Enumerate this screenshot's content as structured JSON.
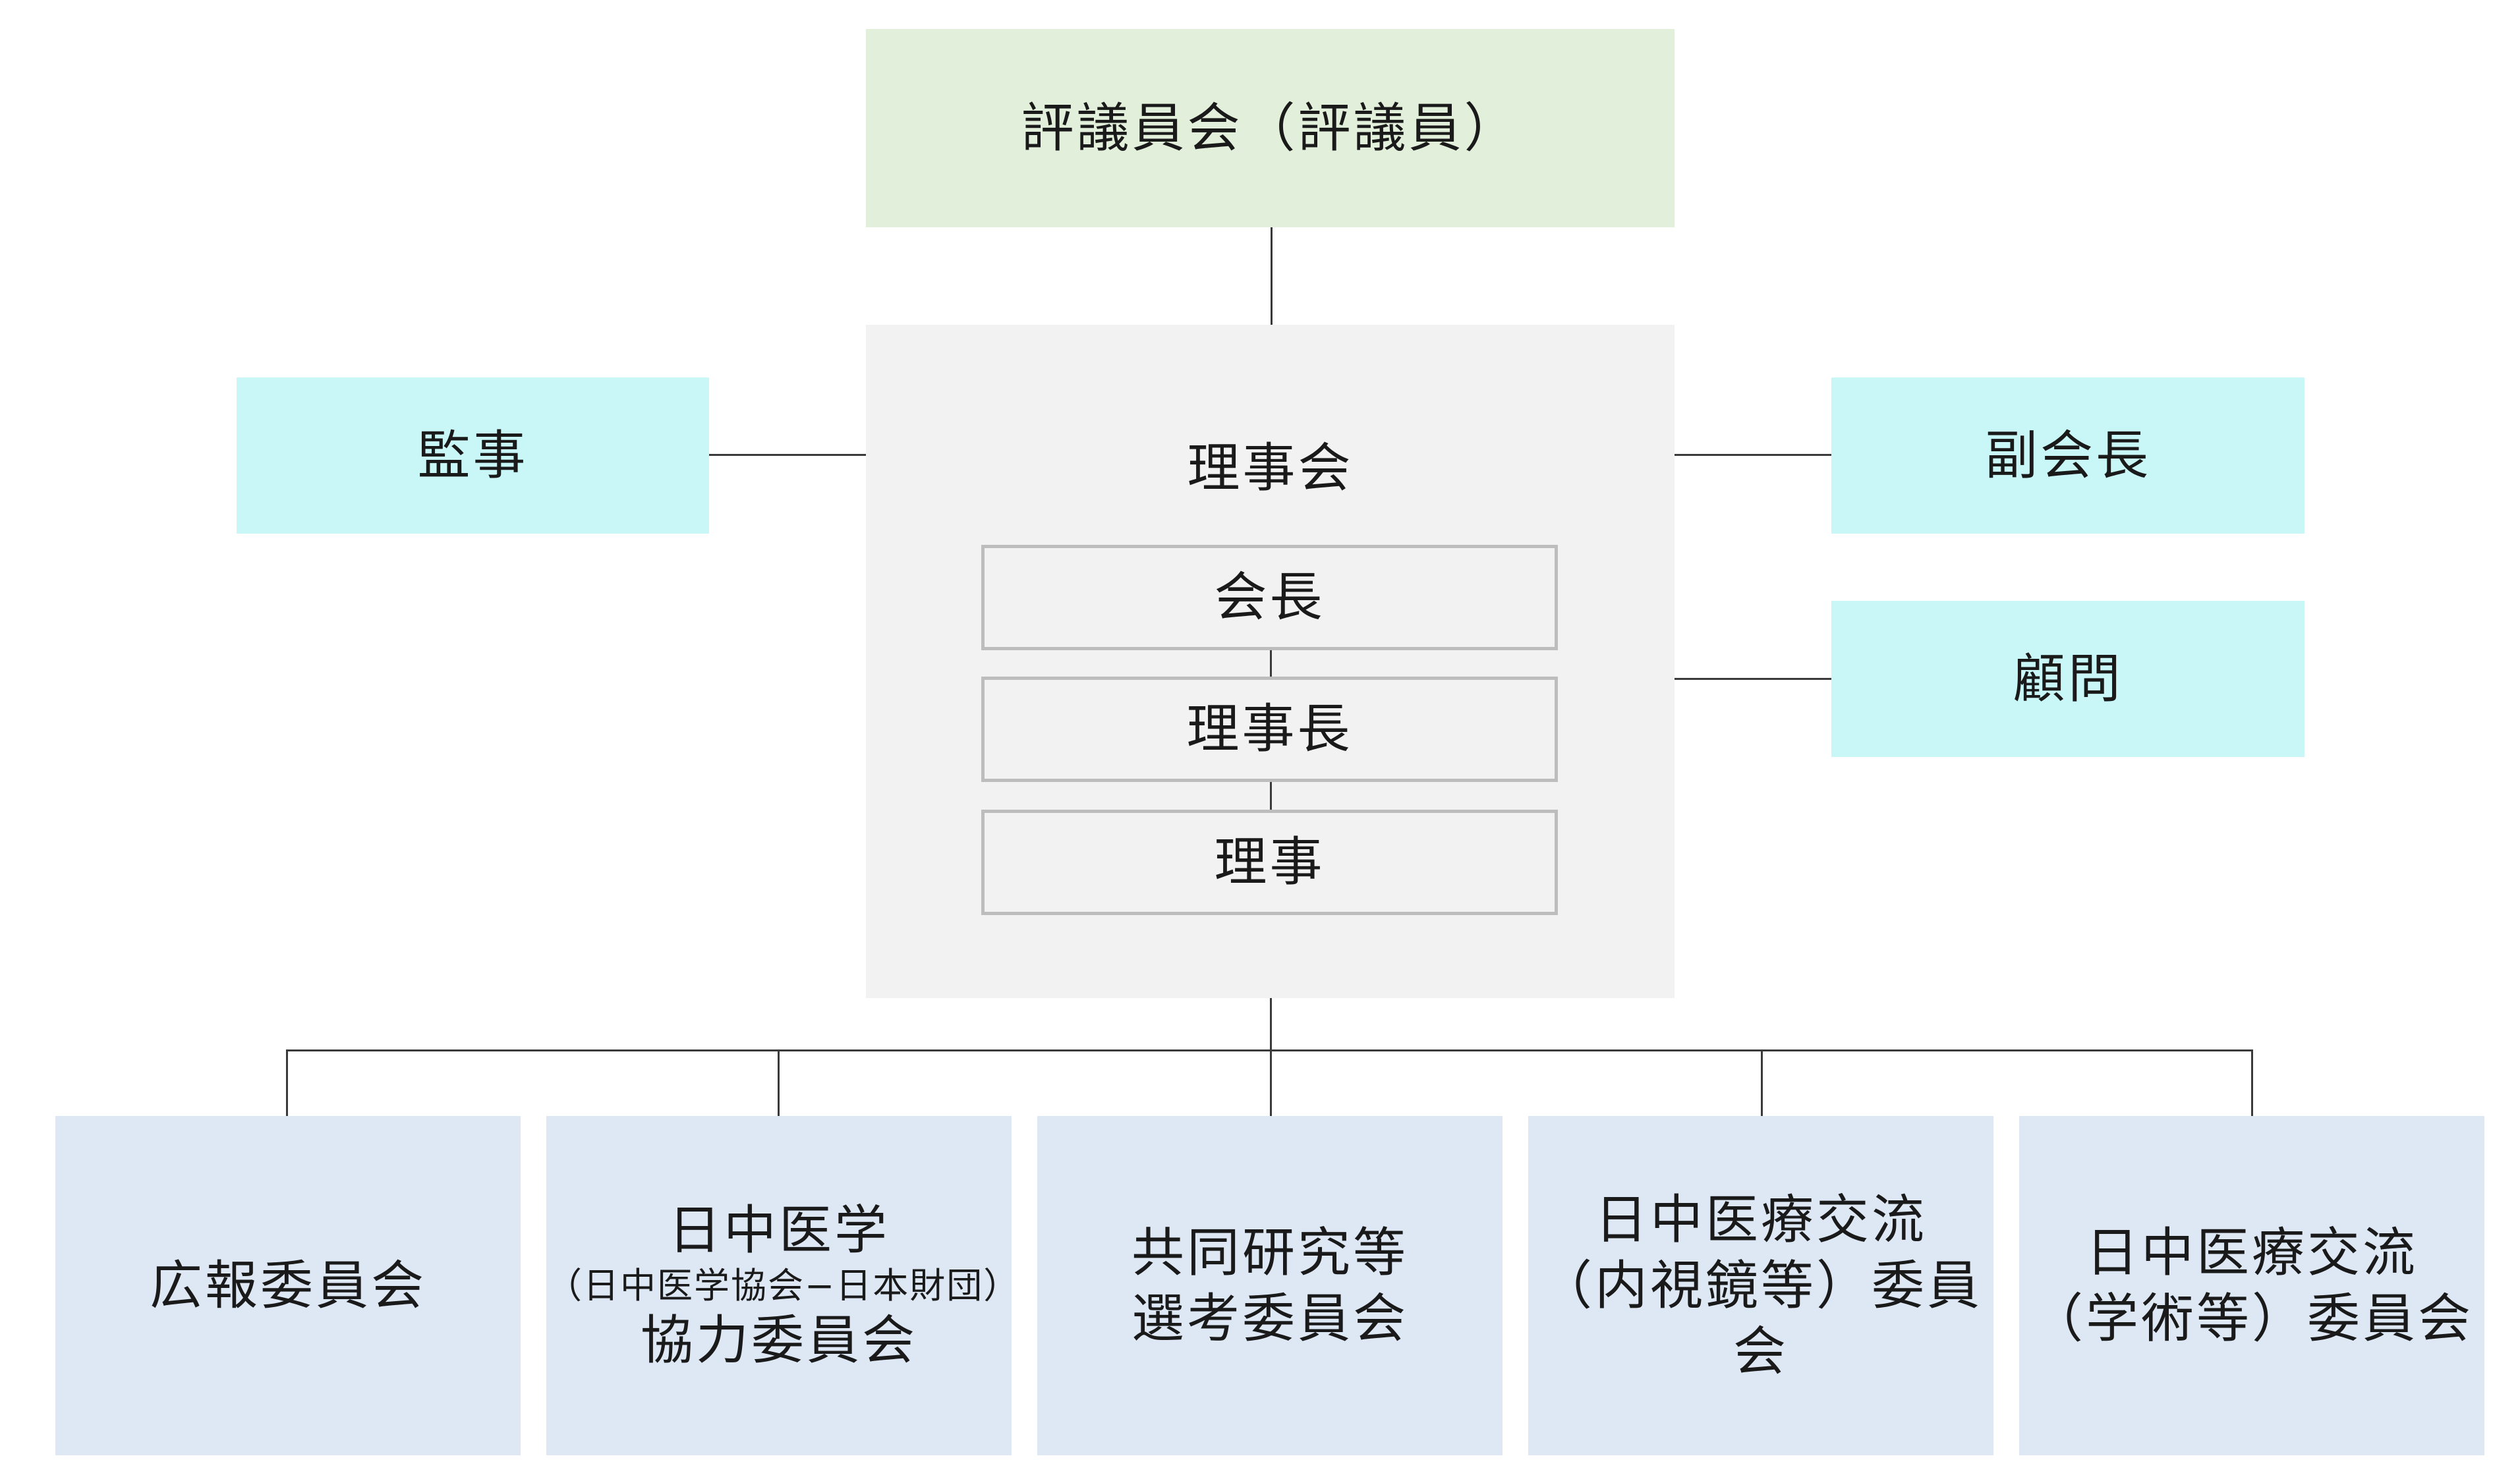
{
  "council": {
    "label": "評議員会（評議員）"
  },
  "board": {
    "label": "理事会",
    "roles": [
      "会長",
      "理事長",
      "理事"
    ]
  },
  "auditor": {
    "label": "監事"
  },
  "vice_president": {
    "label": "副会長"
  },
  "advisor": {
    "label": "顧問"
  },
  "committees": [
    {
      "lines": [
        "広報委員会"
      ]
    },
    {
      "lines": [
        "日中医学",
        "（日中医学協会−日本財団）",
        "協力委員会"
      ]
    },
    {
      "lines": [
        "共同研究等",
        "選考委員会"
      ]
    },
    {
      "lines": [
        "日中医療交流",
        "（内視鏡等）委員会"
      ]
    },
    {
      "lines": [
        "日中医療交流",
        "（学術等）委員会"
      ]
    }
  ],
  "colors": {
    "council": "#e2efda",
    "side_roles": "#c9f7f7",
    "board": "#f2f2f2",
    "committees": "#dde8f4"
  }
}
